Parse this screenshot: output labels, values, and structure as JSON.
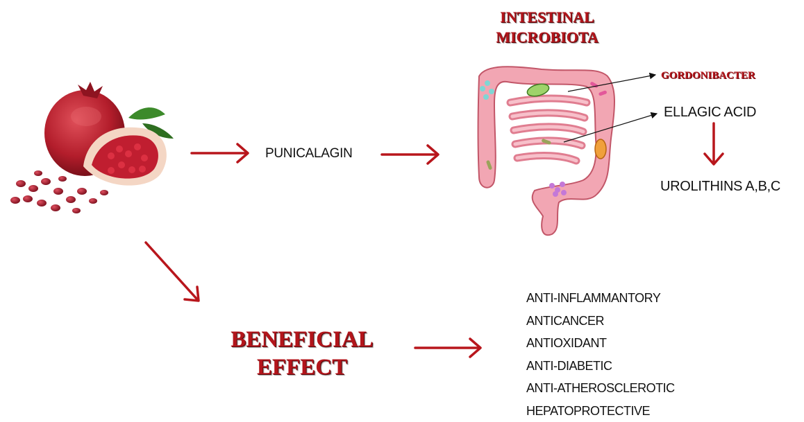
{
  "title": [
    "INTESTINAL",
    "MICROBIOTA"
  ],
  "bacterium": "GORDONIBACTER",
  "compound_1": "PUNICALAGIN",
  "compound_2": "ELLAGIC ACID",
  "compound_3": "UROLITHINS A,B,C",
  "effect_title": [
    "BENEFICIAL",
    "EFFECT"
  ],
  "effects": [
    "ANTI-INFLAMMANTORY",
    "ANTICANCER",
    "ANTIOXIDANT",
    "ANTI-DIABETIC",
    "ANTI-ATHEROSCLEROTIC",
    "HEPATOPROTECTIVE"
  ],
  "colors": {
    "accent": "#b3151b",
    "arrow": "#b8161c",
    "intestine": "#f2a6b3",
    "fruit": "#b8202c"
  }
}
